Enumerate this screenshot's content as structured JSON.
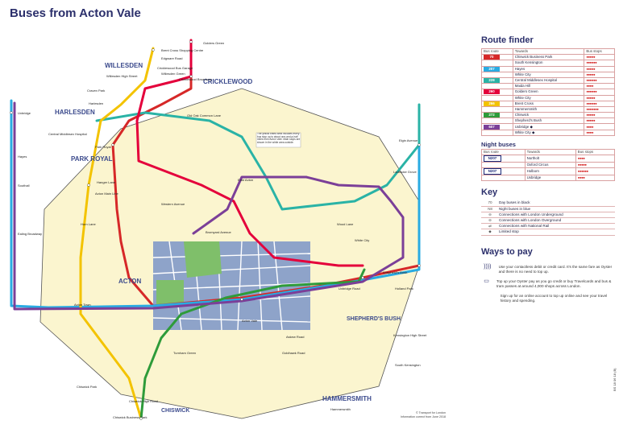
{
  "title": "Buses from Acton Vale",
  "areas": [
    "WILLESDEN",
    "CRICKLEWOOD",
    "HARLESDEN",
    "PARK ROYAL",
    "ACTON",
    "SHEPHERD'S BUSH",
    "HAMMERSMITH",
    "CHISWICK"
  ],
  "note": "The yellow tinted area includes every bus stop up to about one-and-a-half miles from Acton Vale. Main stops are shown in the white area outside.",
  "stops": {
    "golders_green": "Golders Green",
    "brent_cross": "Brent Cross Shopping Centre",
    "edgware_road": "Edgware Road",
    "cricklewood_garage": "Cricklewood Bus Garage",
    "cricklewood_bdy": "Cricklewood Broadway",
    "willesden_green": "Willesden Green",
    "willesden": "Willesden High Street",
    "craven_park": "Craven Park",
    "harlesden": "Harlesden",
    "central_middlesex": "Central Middlesex Hospital",
    "park_royal": "Park Royal",
    "hanger_lane": "Hanger Lane",
    "uxbridge": "Uxbridge",
    "hayes": "Hayes",
    "southall": "Southall",
    "ealing": "Ealing Broadway",
    "acton_main": "Acton Main Line",
    "acton_town": "Acton Town",
    "east_acton": "East Acton",
    "white_city": "White City",
    "shepherds_bush": "Shepherd's Bush",
    "hammersmith": "Hammersmith",
    "chiswick": "Chiswick Park",
    "south_ken": "South Kensington",
    "elgin_ave": "Elgin Avenue",
    "ladbroke_grove": "Ladbroke Grove",
    "wood_lane": "Wood Lane",
    "uxbridge_road": "Uxbridge Road",
    "acton_vale": "Acton Vale",
    "holland_park": "Holland Park",
    "kensington_high_st": "Kensington High Street",
    "old_oak_common": "Old Oak Common Lane",
    "western_ave": "Western Avenue",
    "horn_lane": "Horn Lane",
    "bromyard": "Bromyard Avenue",
    "askew_road": "Askew Road",
    "goldhawk_road": "Goldhawk Road",
    "turnham_green": "Turnham Green",
    "chiswick_high_rd": "Chiswick High Road",
    "chiswick_business_park": "Chiswick Business Park"
  },
  "route_finder": {
    "heading": "Route finder",
    "columns": [
      "Bus route",
      "Towards",
      "Bus stops"
    ],
    "rows": [
      {
        "route": "70",
        "color": "#d62828",
        "towards": "Chiswick Business Park",
        "stops": "●●●●●"
      },
      {
        "route": "",
        "color": "#d62828",
        "towards": "South Kensington",
        "stops": "●●●●●●"
      },
      {
        "route": "207",
        "color": "#29abe2",
        "towards": "Hayes",
        "stops": "●●●●●"
      },
      {
        "route": "",
        "color": "#29abe2",
        "towards": "White City",
        "stops": "●●●●●"
      },
      {
        "route": "228",
        "color": "#2ab3a6",
        "towards": "Central Middlesex Hospital",
        "stops": "●●●●●●"
      },
      {
        "route": "",
        "color": "#2ab3a6",
        "towards": "Maida Hill",
        "stops": "●●●●"
      },
      {
        "route": "260",
        "color": "#e4003b",
        "towards": "Golders Green",
        "stops": "●●●●●●"
      },
      {
        "route": "",
        "color": "#e4003b",
        "towards": "White City",
        "stops": "●●●●●"
      },
      {
        "route": "266",
        "color": "#f3c300",
        "towards": "Brent Cross",
        "stops": "●●●●●●"
      },
      {
        "route": "",
        "color": "#f3c300",
        "towards": "Hammersmith",
        "stops": "●●●●●●●"
      },
      {
        "route": "272",
        "color": "#2e9b3a",
        "towards": "Chiswick",
        "stops": "●●●●●"
      },
      {
        "route": "",
        "color": "#2e9b3a",
        "towards": "Shepherd's Bush",
        "stops": "●●●●●"
      },
      {
        "route": "607",
        "color": "#7b3f98",
        "towards": "Uxbridge ◆",
        "stops": "●●●●"
      },
      {
        "route": "",
        "color": "#7b3f98",
        "towards": "White City ◆",
        "stops": "●●●●"
      }
    ]
  },
  "night_buses": {
    "heading": "Night buses",
    "columns": [
      "Bus route",
      "Towards",
      "Bus stops"
    ],
    "rows": [
      {
        "route": "N207",
        "towards": "Northolt",
        "stops": "●●●●"
      },
      {
        "route": "",
        "towards": "Oxford Circus",
        "stops": "●●●●●"
      },
      {
        "route": "N207",
        "towards": "Holborn",
        "stops": "●●●●●●"
      },
      {
        "route": "",
        "towards": "Uxbridge",
        "stops": "●●●●"
      }
    ]
  },
  "key": {
    "heading": "Key",
    "items": [
      {
        "symbol": "70",
        "text": "Day buses in black"
      },
      {
        "symbol": "N8",
        "text": "Night buses in blue"
      },
      {
        "symbol": "⊖",
        "text": "Connections with London Underground"
      },
      {
        "symbol": "⊖",
        "text": "Connections with London Overground"
      },
      {
        "symbol": "⇌",
        "text": "Connections with National Rail"
      },
      {
        "symbol": "◆",
        "text": "Limited stop"
      }
    ]
  },
  "ways_to_pay": {
    "heading": "Ways to pay",
    "items": [
      {
        "icon": "contactless-icon",
        "text": "Use your contactless debit or credit card. It's the same fare as Oyster and there is no need to top up."
      },
      {
        "icon": "oyster-icon",
        "text": "Top up your Oyster pay as you go credit or buy Travelcards and bus & tram passes at around 4,000 shops across London."
      },
      {
        "icon": "",
        "text": "Sign up for an online account to top up online and see your travel history and spending."
      }
    ]
  },
  "footer": {
    "copyright": "© Transport for London",
    "info": "Information correct from June 2018",
    "side_ref": "BS 18 06 18 (B)"
  },
  "colors": {
    "title": "#2b2f6b",
    "zone_fill": "#fbf5cf",
    "zone_border": "#4a4a4a",
    "street_area": "#8ea3c9",
    "park": "#7fbf6a"
  }
}
